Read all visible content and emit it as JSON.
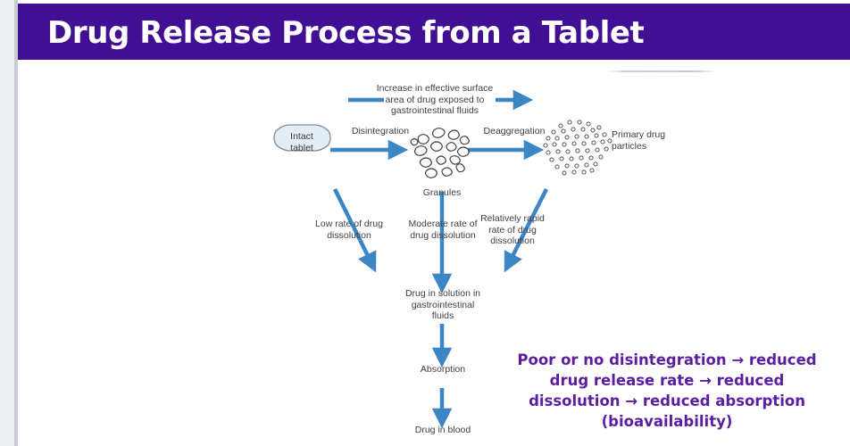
{
  "slide": {
    "title": "Drug Release Process from a Tablet",
    "title_bar_color": "#400f94",
    "background_color": "#ffffff",
    "arrow_color": "#3d86c6",
    "label_color": "#404040",
    "callout_color": "#5b1ea0"
  },
  "diagram": {
    "name": "drug-release-process-flowchart",
    "nodes": {
      "intact_tablet": "Intact\ntablet",
      "granules": "Granules",
      "primary_particles": "Primary drug\nparticles",
      "solution": "Drug in solution in\ngastrointestinal\nfluids",
      "absorption": "Absorption",
      "blood": "Drug in blood"
    },
    "edge_labels": {
      "disintegration": "Disintegration",
      "deaggregation": "Deaggregation",
      "surface_area": "Increase in effective surface\narea of drug exposed to\ngastrointestinal fluids",
      "low_rate": "Low rate of drug\ndissolution",
      "moderate_rate": "Moderate rate of\ndrug dissolution",
      "rapid_rate": "Relatively rapid\nrate of drug\ndissolution"
    }
  },
  "callout": {
    "text": "Poor or no disintegration → reduced drug release rate → reduced dissolution → reduced absorption (bioavailability)"
  }
}
